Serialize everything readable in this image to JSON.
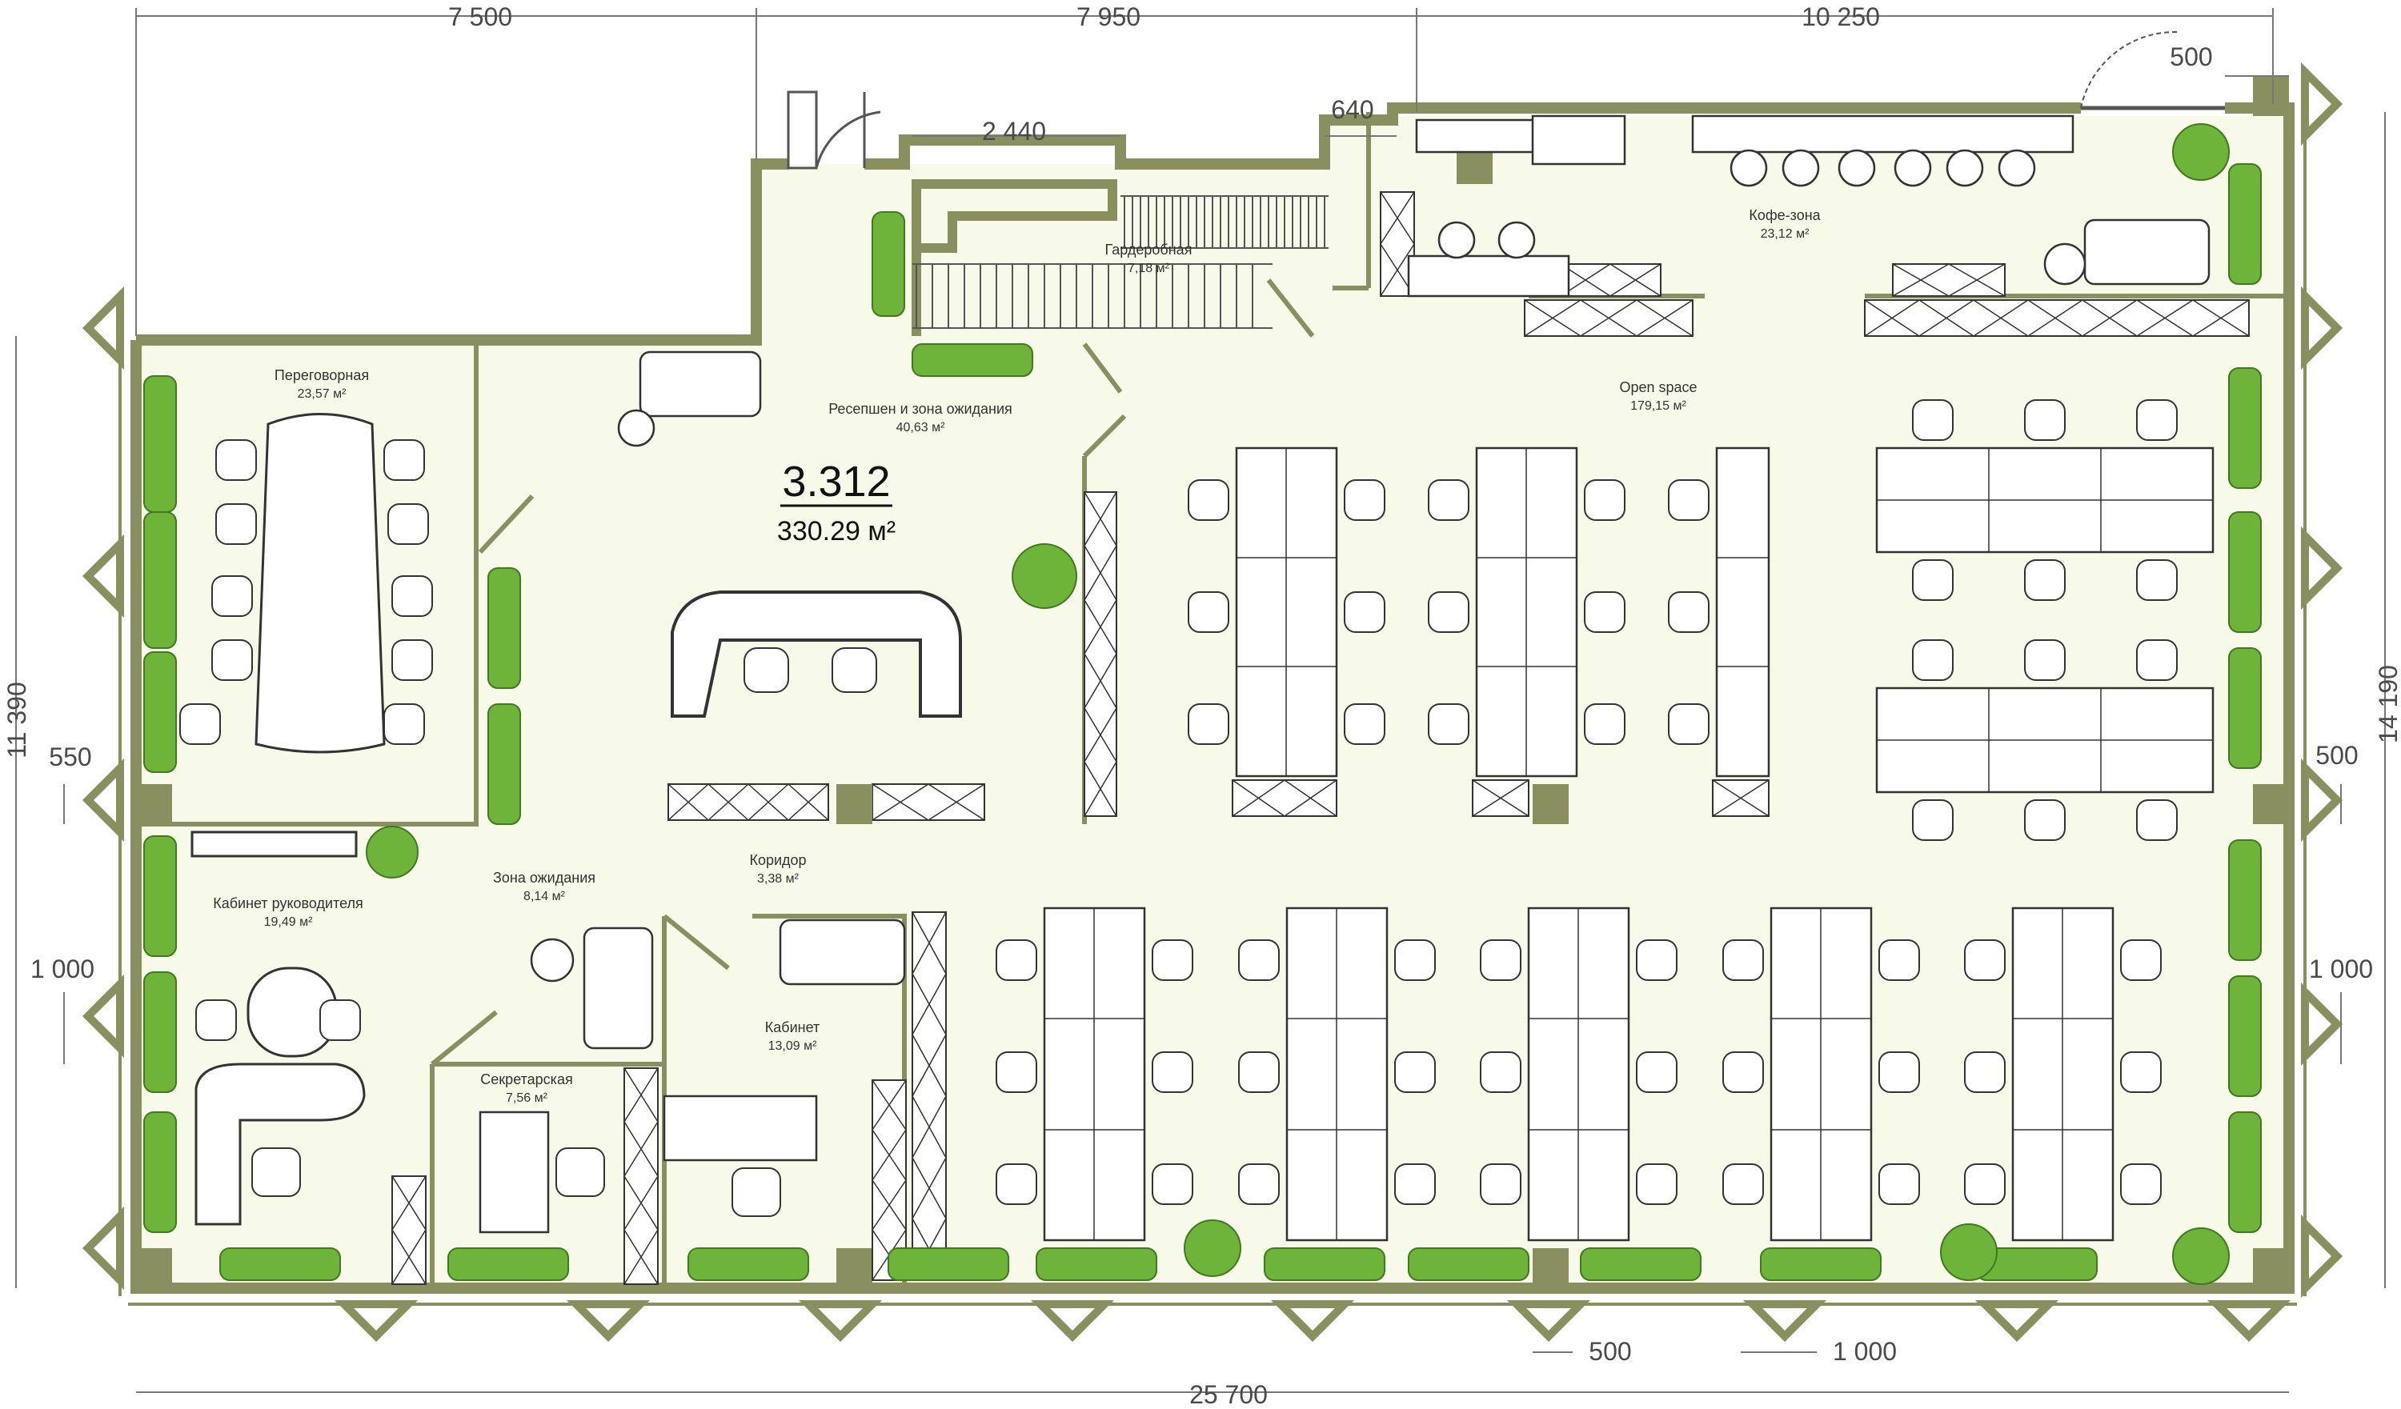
{
  "unit": {
    "number": "3.312",
    "area": "330.29 м²"
  },
  "colors": {
    "floor": "#f7fae9",
    "wall": "#8a8f5f",
    "plant": "#6fb43a",
    "furniture": "#ffffff",
    "line": "#444444"
  },
  "dimensions": {
    "top_1": "7 500",
    "top_2": "7 950",
    "top_3": "10 250",
    "top_500": "500",
    "garderob_width": "2 440",
    "door_640": "640",
    "left_total": "11 390",
    "right_total": "14 190",
    "left_550": "550",
    "left_1000": "1 000",
    "right_500": "500",
    "right_1000": "1 000",
    "bottom_500": "500",
    "bottom_1000": "1 000",
    "bottom_total": "25 700"
  },
  "rooms": {
    "meeting": {
      "name": "Переговорная",
      "area": "23,57 м²"
    },
    "wardrobe": {
      "name": "Гардеробная",
      "area": "7,18 м²"
    },
    "reception": {
      "name": "Ресепшен и зона ожидания",
      "area": "40,63 м²"
    },
    "coffee": {
      "name": "Кофе-зона",
      "area": "23,12 м²"
    },
    "openspace": {
      "name": "Open space",
      "area": "179,15 м²"
    },
    "director": {
      "name": "Кабинет руководителя",
      "area": "19,49 м²"
    },
    "waiting": {
      "name": "Зона ожидания",
      "area": "8,14 м²"
    },
    "corridor": {
      "name": "Коридор",
      "area": "3,38 м²"
    },
    "cabinet": {
      "name": "Кабинет",
      "area": "13,09 м²"
    },
    "secretary": {
      "name": "Секретарская",
      "area": "7,56 м²"
    }
  }
}
